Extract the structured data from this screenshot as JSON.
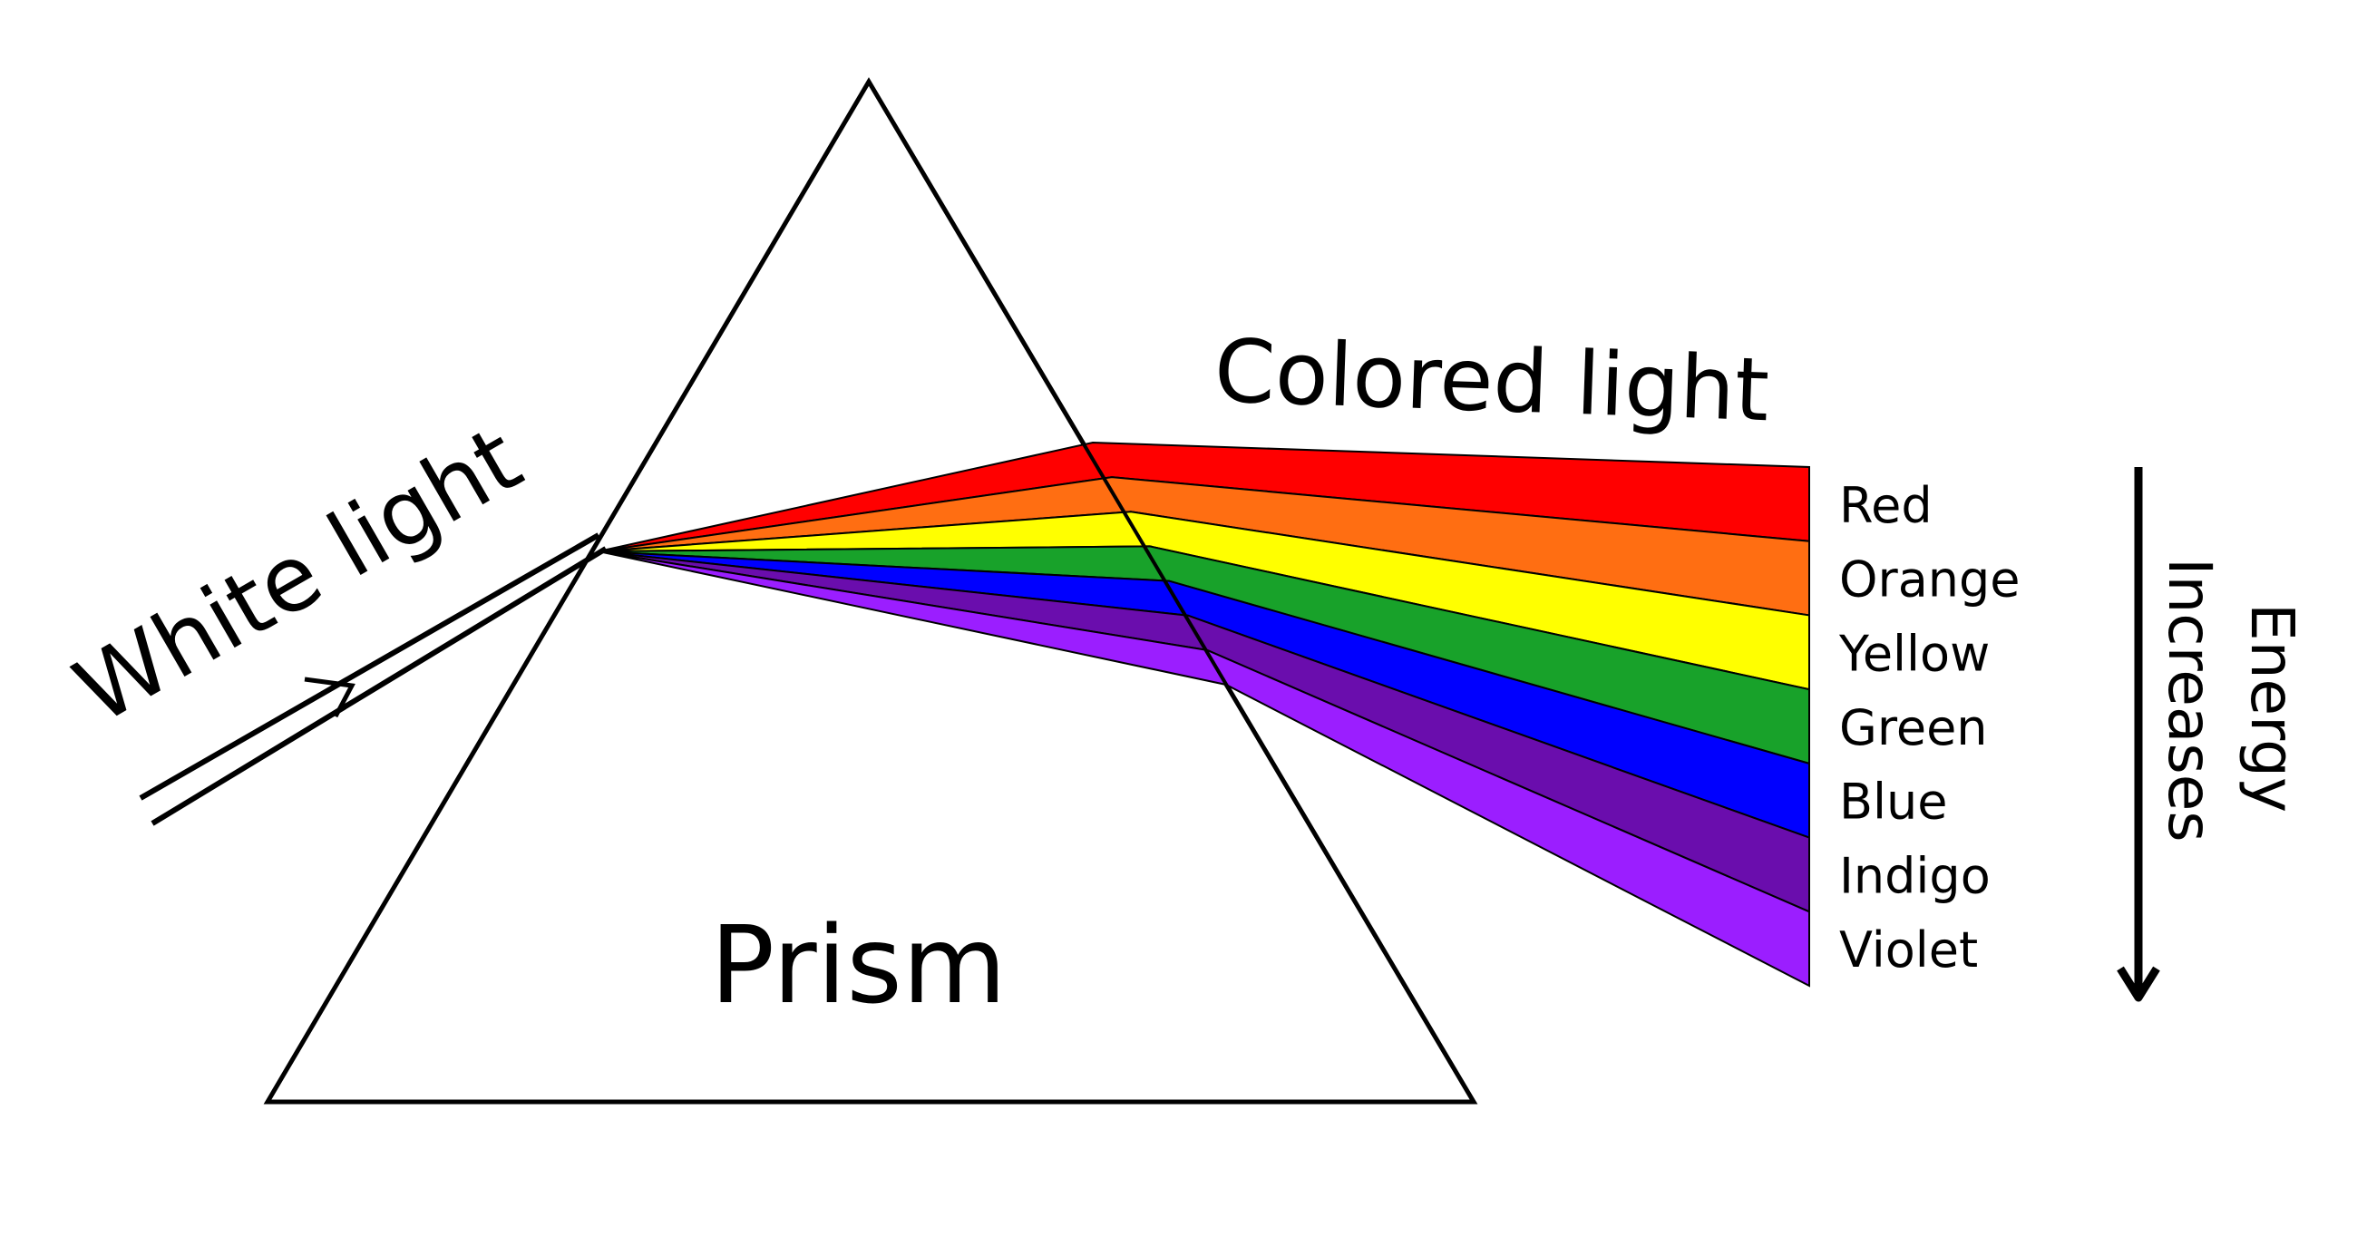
{
  "labels": {
    "white_light": "White light",
    "colored_light": "Colored light",
    "prism": "Prism",
    "energy_line1": "Energy",
    "energy_line2": "Increases"
  },
  "spectrum": [
    {
      "name": "Red",
      "color": "#ff0000"
    },
    {
      "name": "Orange",
      "color": "#ff6e12"
    },
    {
      "name": "Yellow",
      "color": "#ffff00"
    },
    {
      "name": "Green",
      "color": "#18a22a"
    },
    {
      "name": "Blue",
      "color": "#0000ff"
    },
    {
      "name": "Indigo",
      "color": "#6a0dad"
    },
    {
      "name": "Violet",
      "color": "#9b1eff"
    }
  ],
  "colors": {
    "outline": "#000000",
    "background": "#ffffff"
  }
}
